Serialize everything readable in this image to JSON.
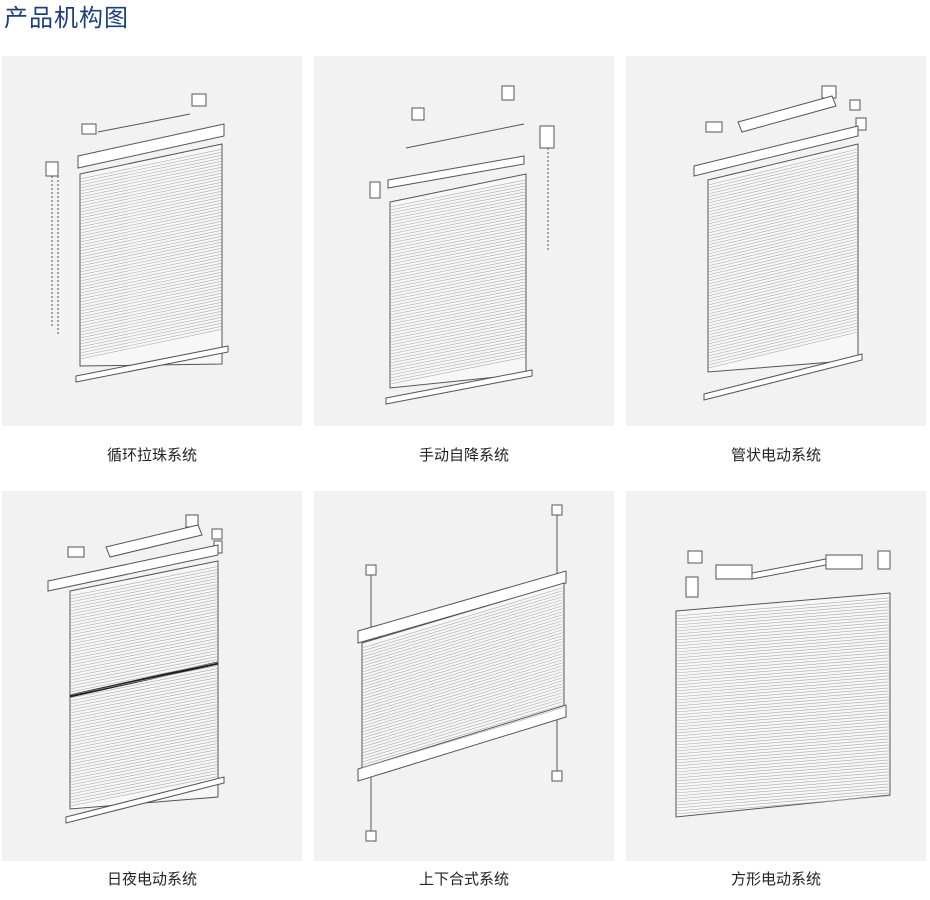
{
  "page": {
    "title": "产品机构图"
  },
  "products": [
    {
      "caption": "循环拉珠系统"
    },
    {
      "caption": "手动自降系统"
    },
    {
      "caption": "管状电动系统"
    },
    {
      "caption": "日夜电动系统"
    },
    {
      "caption": "上下合式系统"
    },
    {
      "caption": "方形电动系统"
    }
  ],
  "colors": {
    "title": "#1f3f7a",
    "card_bg": "#f2f2f2",
    "line": "#555555"
  }
}
